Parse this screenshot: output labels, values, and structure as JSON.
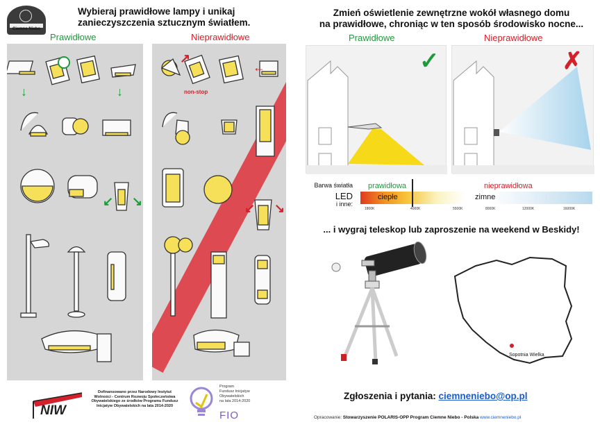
{
  "header": {
    "logo_text": "Ciemne Niebo",
    "logo_subtext": "",
    "title_left_line1": "Wybieraj prawidłowe lampy i unikaj",
    "title_left_line2": "zanieczyszczenia sztucznym światłem.",
    "title_right_line1": "Zmień oświetlenie zewnętrzne wokół własnego domu",
    "title_right_line2": "na prawidłowe, chroniąc w ten sposób środowisko nocne..."
  },
  "lamps": {
    "correct_label": "Prawidłowe",
    "incorrect_label": "Nieprawidłowe",
    "nonstop_label": "non-stop"
  },
  "scenes": {
    "good_label": "Prawidłowe",
    "bad_label": "Nieprawidłowe",
    "good_mark": "✓",
    "bad_mark": "✗"
  },
  "color_temp": {
    "label_line1": "Barwa światła",
    "label_big": "LED",
    "label_line2": "i inne:",
    "correct_label": "prawidłowa",
    "incorrect_label": "nieprawidłowa",
    "warm": "ciepłe",
    "cold": "zimne",
    "ticks": [
      "1800K",
      "4000K",
      "5500K",
      "8000K",
      "12000K",
      "16000K"
    ]
  },
  "contest": "... i wygraj teleskop lub zaproszenie na weekend w Beskidy!",
  "map_label": "Sopotnia Wielka",
  "contact": {
    "label": "Zgłoszenia i pytania:",
    "email": "ciemneniebo@op.pl"
  },
  "credits": {
    "prefix": "Opracowanie:",
    "org": "Stowarzyszenie POLARIS-OPP Program Ciemne Niebo - Polska",
    "url": "www.ciemneniebo.pl"
  },
  "funding": {
    "niw": "NIW",
    "text": "Dofinansowano przez Narodowy Instytut Wolności - Centrum Rozwoju Społeczeństwa Obywatelskiego ze środków Programu Fundusz Inicjatyw Obywatelskich na lata 2014-2020",
    "fio_line1": "Program",
    "fio_line2": "Fundusz Inicjatyw",
    "fio_line3": "Obywatelskich",
    "fio_line4": "na lata 2014-2020",
    "fio": "FIO"
  },
  "colors": {
    "green": "#1e9a3c",
    "red": "#d4202a",
    "panel": "#d6d6d6",
    "stripe": "#dd4a52",
    "lamp_glow": "#f6e05a",
    "link": "#1a5ccc"
  }
}
